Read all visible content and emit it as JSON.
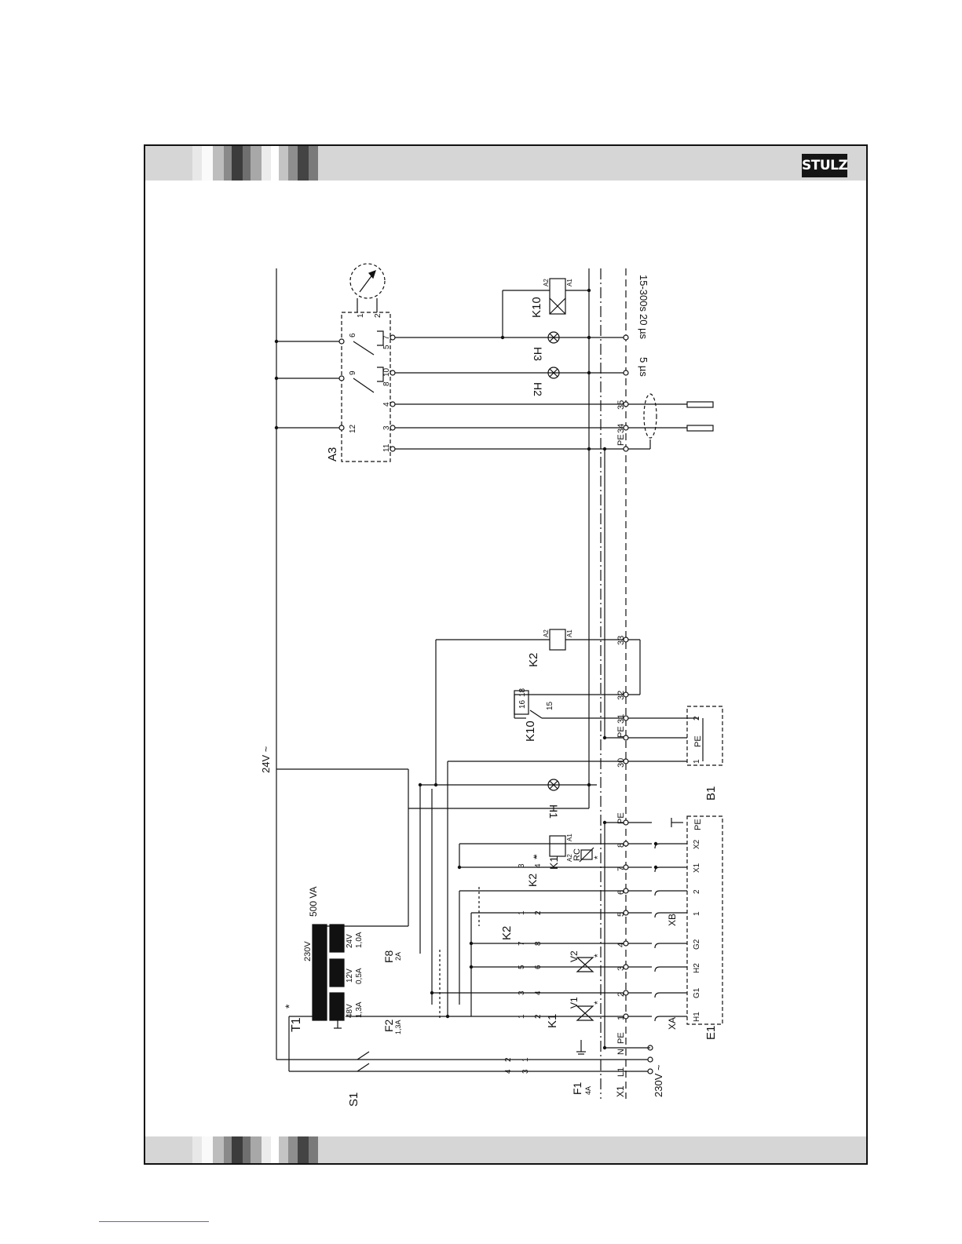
{
  "header": {
    "logo_text": "STULZ"
  },
  "labels": {
    "v24": "24V ~",
    "v230": "230V ~",
    "va500": "500 VA",
    "t1": "T1",
    "star": "*",
    "prim": "230V",
    "tap48": "48V",
    "tap48a": "1,3A",
    "tap12": "12V",
    "tap12a": "0,5A",
    "tap24": "24V",
    "tap24a": "1,0A",
    "f1": "F1",
    "f1a": "4A",
    "f2": "F2",
    "f2a": "1,3A",
    "f8": "F8",
    "f8a": "2A",
    "s1": "S1",
    "k1": "K1",
    "k2": "K2",
    "k10": "K10",
    "h1": "H1",
    "h2": "H2",
    "h3": "H3",
    "a3": "A3",
    "b1": "B1",
    "e1": "E1",
    "xa": "XA",
    "xb": "XB",
    "x1": "X1",
    "l1": "L1",
    "n": "N",
    "pe": "PE",
    "v1": "V1",
    "v2": "V2",
    "rc": "RC",
    "a1": "A1",
    "a2": "A2",
    "t5": "5 µs",
    "t20": "20 µs",
    "t15": "15-300s",
    "n1": "1",
    "n2": "2",
    "n3": "3",
    "n4": "4",
    "n5": "5",
    "n6": "6",
    "n7": "7",
    "n8": "8",
    "n9": "9",
    "n10": "10",
    "n11": "11",
    "n12": "12",
    "n15": "15",
    "n16": "16",
    "n18": "18",
    "n30": "30",
    "n31": "31",
    "n32": "32",
    "n33": "33",
    "n34": "34",
    "n35": "35",
    "h1t": "H1",
    "g1": "G1",
    "h2t": "H2",
    "g2": "G2",
    "x1t": "X1",
    "x2t": "X2"
  },
  "colors": {
    "ink": "#111111",
    "band": "#d6d6d6"
  }
}
